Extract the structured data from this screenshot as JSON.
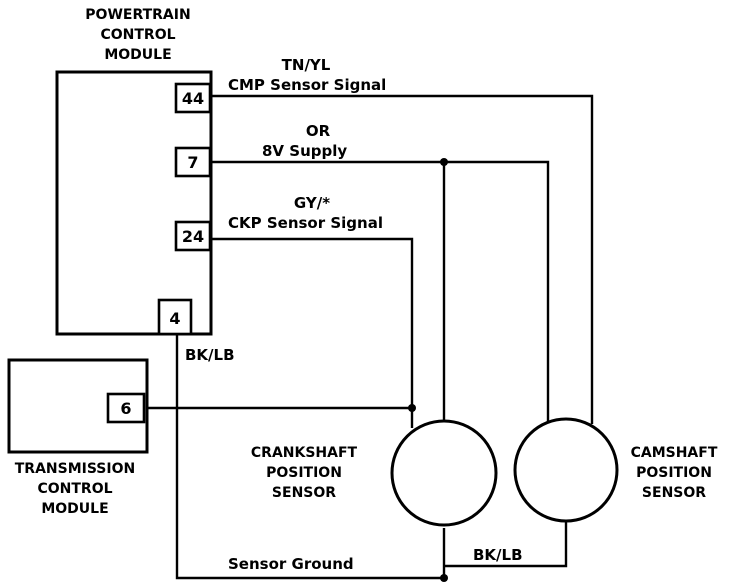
{
  "pcm": {
    "title_lines": [
      "POWERTRAIN",
      "CONTROL",
      "MODULE"
    ]
  },
  "tcm": {
    "title_lines": [
      "TRANSMISSION",
      "CONTROL",
      "MODULE"
    ]
  },
  "sensors": {
    "crankshaft": [
      "CRANKSHAFT",
      "POSITION",
      "SENSOR"
    ],
    "camshaft": [
      "CAMSHAFT",
      "POSITION",
      "SENSOR"
    ]
  },
  "pins": {
    "p44": "44",
    "p7": "7",
    "p24": "24",
    "p4": "4",
    "p6": "6"
  },
  "wires": {
    "cmp_color": "TN/YL",
    "cmp_name": "CMP Sensor Signal",
    "supply_color": "OR",
    "supply_name": "8V Supply",
    "ckp_color": "GY/*",
    "ckp_name": "CKP Sensor Signal",
    "ground_color_left": "BK/LB",
    "ground_name": "Sensor Ground",
    "ground_color_bottom": "BK/LB"
  }
}
